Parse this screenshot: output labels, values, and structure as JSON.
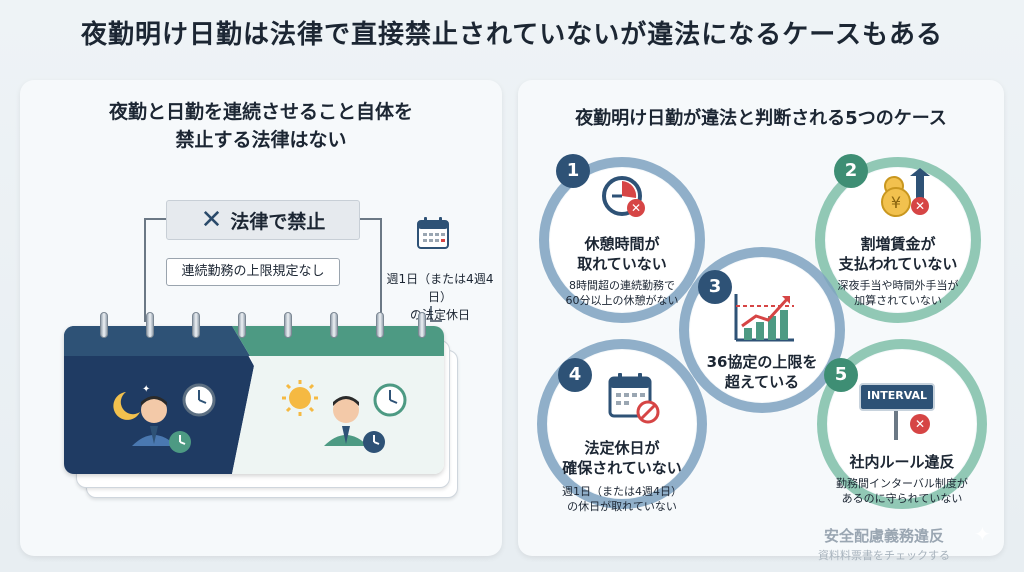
{
  "title": "夜勤明け日勤は法律で直接禁止されていないが違法になるケースもある",
  "left": {
    "heading_line1": "夜勤と日勤を連続させること自体を",
    "heading_line2": "禁止する法律はない",
    "ban_label": "法律で禁止",
    "ban_sub": "連続勤務の上限規定なし",
    "holiday_line1": "週1日（または4週4日）",
    "holiday_line2": "の法定休日",
    "night_icon": "moon-icon",
    "day_icon": "sun-icon"
  },
  "right": {
    "heading": "夜勤明け日勤が違法と判断される5つのケース",
    "cases": [
      {
        "num": "1",
        "title_l1": "休憩時間が",
        "title_l2": "取れていない",
        "desc_l1": "8時間超の連続勤務で",
        "desc_l2": "60分以上の休憩がない"
      },
      {
        "num": "2",
        "title_l1": "割増賃金が",
        "title_l2": "支払われていない",
        "desc_l1": "深夜手当や時間外手当が",
        "desc_l2": "加算されていない"
      },
      {
        "num": "3",
        "title_l1": "36協定の上限を",
        "title_l2": "超えている"
      },
      {
        "num": "4",
        "title_l1": "法定休日が",
        "title_l2": "確保されていない",
        "desc_l1": "週1日（または4週4日）",
        "desc_l2": "の休日が取れていない"
      },
      {
        "num": "5",
        "title_l1": "社内ルール違反",
        "desc_l1": "勤務間インターバル制度が",
        "desc_l2": "あるのに守られていない",
        "sign": "INTERVAL"
      }
    ],
    "footer_main": "安全配慮義務違反",
    "footer_sub": "資料料票書をチェックする"
  },
  "colors": {
    "navy": "#2e5276",
    "teal": "#3e8e74",
    "red": "#d64545"
  }
}
